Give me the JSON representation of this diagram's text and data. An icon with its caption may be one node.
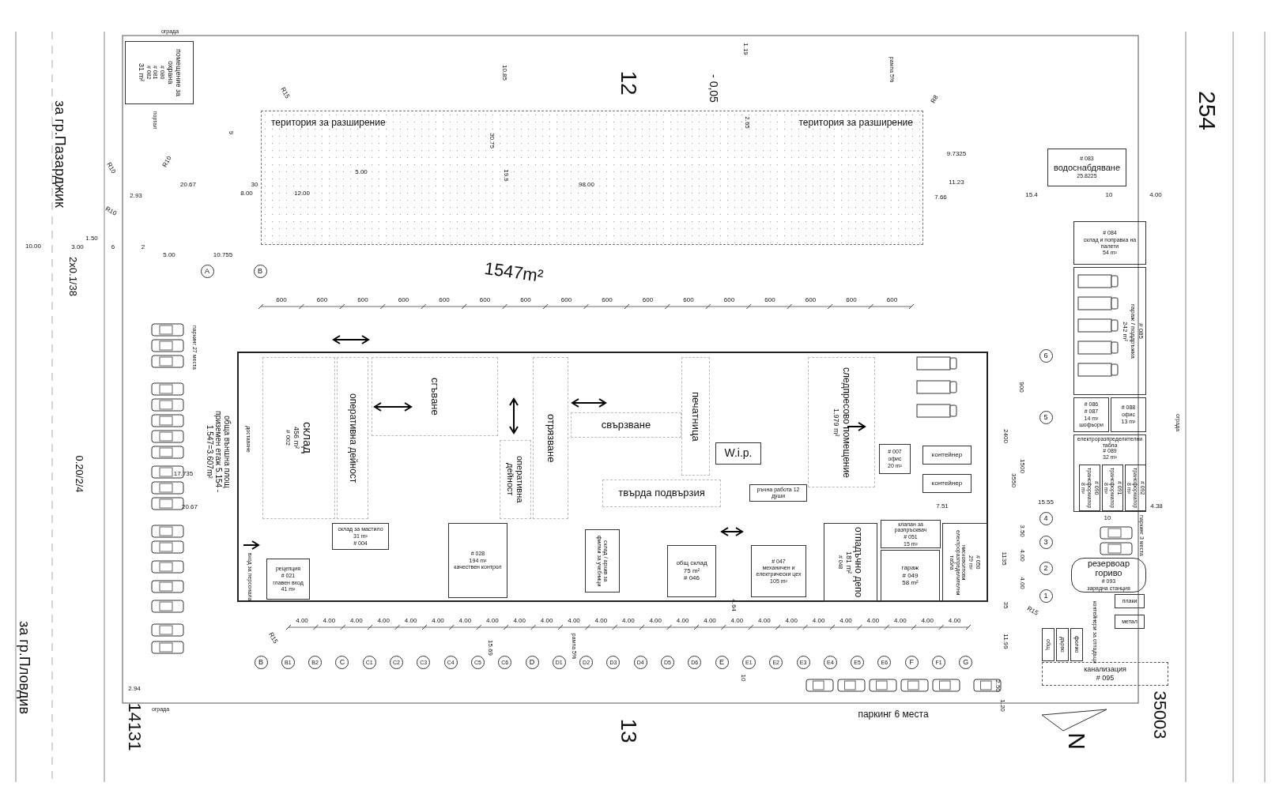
{
  "diagram": {
    "nodes": [
      {
        "text": [
          "помещение за охрана",
          "# 080",
          "# 081",
          "# 082",
          "31 m²"
        ]
      },
      {
        "text": [
          "територия за разширение",
          "територия за разширение"
        ]
      },
      {
        "text": [],
        "shape": "box"
      },
      {
        "text": [
          "склад",
          "456 m²",
          "# 002"
        ],
        "in": 2
      },
      {
        "text": [
          "оперативна дейност"
        ],
        "in": 2
      },
      {
        "text": [
          "сгъване"
        ],
        "in": 2
      },
      {
        "text": [
          "отрязване"
        ],
        "in": 2
      },
      {
        "text": [
          "оперативна дейност"
        ],
        "in": 2
      },
      {
        "text": [
          "свързване"
        ],
        "in": 2
      },
      {
        "text": [
          "печатница"
        ],
        "in": 2
      },
      {
        "text": [
          "W.i.p."
        ],
        "in": 2
      },
      {
        "text": [
          "твърда подвързия"
        ],
        "in": 2
      },
      {
        "text": [
          "ръчна работа 12 души"
        ],
        "in": 2
      },
      {
        "text": [
          "следпресово помещение",
          "1.979 m²"
        ],
        "in": 2
      },
      {
        "text": [
          "# 007",
          "офис",
          "20 m²"
        ],
        "in": 2
      },
      {
        "text": [
          "контейнер"
        ],
        "in": 2
      },
      {
        "text": [
          "контейнер"
        ],
        "in": 2
      },
      {
        "text": [
          "склад за мастило",
          "31 m²",
          "# 004"
        ],
        "in": 2
      },
      {
        "text": [
          "рецепция",
          "# 021",
          "главен вход",
          "41 m²"
        ],
        "in": 2
      },
      {
        "text": [
          "# 028",
          "194 m²",
          "качествен контрол"
        ],
        "in": 2
      },
      {
        "text": [
          "склад / архив за филми за учебници"
        ],
        "in": 2
      },
      {
        "text": [
          "общ склад",
          "75 m²",
          "# 046"
        ],
        "in": 2
      },
      {
        "text": [
          "# 047",
          "механичен и електрически цех",
          "105 m²"
        ],
        "in": 2
      },
      {
        "text": [
          "отпадъчно депо",
          "181 m²",
          "# 048"
        ],
        "in": 2
      },
      {
        "text": [
          "клапан за разпръсквач",
          "# 051",
          "15 m²"
        ],
        "in": 2
      },
      {
        "text": [
          "гараж",
          "# 049",
          "58 m²"
        ],
        "in": 2
      },
      {
        "text": [
          "# 050",
          "29 m²",
          "нисковолтови електроразпределителни табла"
        ],
        "in": 2
      },
      {
        "text": [
          "# 083",
          "водоснабдяване",
          "25.8225"
        ]
      },
      {
        "text": [
          "# 084",
          "склад и поправка на палети",
          "54 m²"
        ]
      },
      {
        "text": [
          "# 085",
          "гараж / поддръжка",
          "242 m²"
        ]
      },
      {
        "text": [
          "# 086",
          "# 087",
          "14 m²",
          "шофьори"
        ]
      },
      {
        "text": [
          "# 088",
          "офис",
          "13 m²"
        ]
      },
      {
        "text": [
          "електроразпределителни табла",
          "# 089",
          "32 m²"
        ]
      },
      {
        "text": [
          "# 090",
          "трансформатор",
          "8 m²"
        ],
        "in": 32
      },
      {
        "text": [
          "# 091",
          "трансформатор",
          "8 m²"
        ],
        "in": 32
      },
      {
        "text": [
          "# 092",
          "трансформатор",
          "8 m²"
        ],
        "in": 32
      },
      {
        "text": [
          "резервоар гориво",
          "# 093",
          "зарядна станция"
        ]
      },
      {
        "text": [
          "плаки"
        ]
      },
      {
        "text": [
          "метал"
        ]
      },
      {
        "text": [
          "общ"
        ]
      },
      {
        "text": [
          "дърво"
        ]
      },
      {
        "text": [
          "фолио"
        ]
      },
      {
        "text": [
          "канализация",
          "# 095"
        ]
      }
    ],
    "labels": [
      "за гр.Пазарджик",
      "2x0.1/38",
      "0.20/2/4",
      "за гр.Пловдив",
      "ограда",
      "портал",
      "R10",
      "R10",
      "R10",
      "9",
      "R15",
      "20.67",
      "2.93",
      "30",
      "8.00",
      "12.00",
      "5.00",
      "98.00",
      "10.85",
      "30.75",
      "19.9",
      "12",
      "- 0,05",
      "1.19",
      "2.65",
      "рампа 5%",
      "R8",
      "9.7325",
      "11.23",
      "7.66",
      "15.4",
      "10",
      "4.00",
      "254",
      "10.00",
      "3.00",
      "1.50",
      "6",
      "2",
      "5.00",
      "10.755",
      "A",
      "B",
      "1547m²",
      "600",
      "600",
      "600",
      "600",
      "600",
      "600",
      "600",
      "600",
      "600",
      "600",
      "600",
      "600",
      "600",
      "600",
      "600",
      "600",
      "паркинг 27 места",
      "обща външна площ приземен етаж 5.154 - 1.547=3.607m²",
      "доставяне",
      "17.735",
      "20.67",
      "вход за персонала",
      "R15",
      "4.00",
      "4.00",
      "4.00",
      "4.00",
      "4.00",
      "4.00",
      "4.00",
      "4.00",
      "4.00",
      "4.00",
      "4.00",
      "4.00",
      "4.00",
      "4.00",
      "4.00",
      "4.00",
      "4.00",
      "4.00",
      "4.00",
      "4.00",
      "4.00",
      "4.00",
      "4.00",
      "4.00",
      "4.00",
      "4.64",
      "B",
      "B1",
      "B2",
      "C",
      "C1",
      "C2",
      "C3",
      "C4",
      "C5",
      "C6",
      "D",
      "D1",
      "D2",
      "D3",
      "D4",
      "D5",
      "D6",
      "E",
      "E1",
      "E2",
      "E3",
      "E4",
      "E5",
      "E6",
      "F",
      "F1",
      "G",
      "2.94",
      "ограда",
      "14131",
      "15.69",
      "рампа 5%",
      "10",
      "13",
      "паркинг 6 места",
      "2.50",
      "1.20",
      "N",
      "35003",
      "11.99",
      "35",
      "1135",
      "3.50",
      "4.00",
      "4.00",
      "R15",
      "6",
      "5",
      "4",
      "3",
      "2",
      "1",
      "2400",
      "1500",
      "3550",
      "900",
      "7.51",
      "15.55",
      "10",
      "4.38",
      "паркинг 3 места",
      "контейнери за отпадъци",
      "ограда"
    ]
  }
}
